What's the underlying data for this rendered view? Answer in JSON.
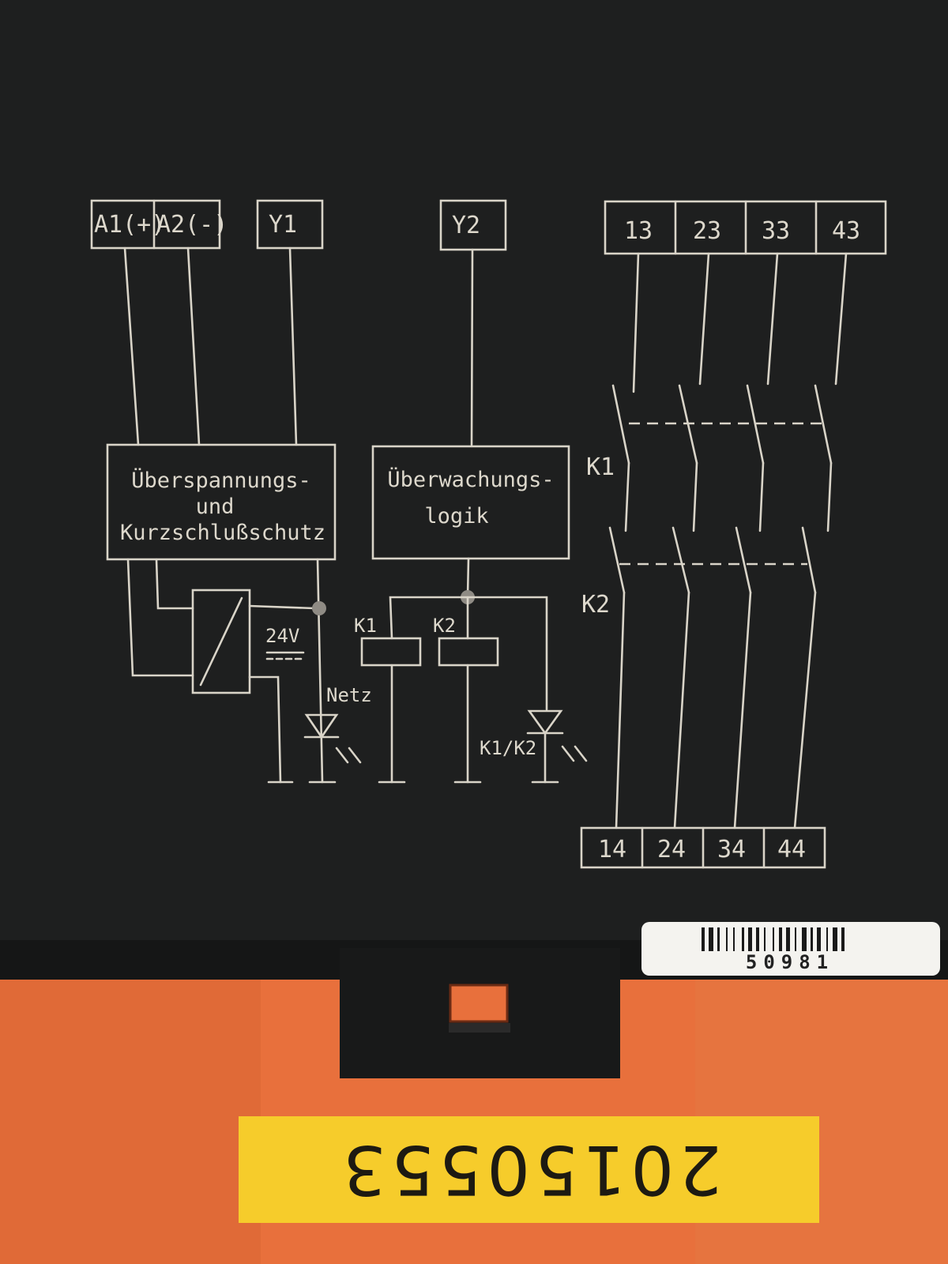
{
  "terminals": {
    "top": [
      "A1(+)",
      "A2(-)",
      "Y1",
      "Y2",
      "13",
      "23",
      "33",
      "43"
    ],
    "bottom": [
      "14",
      "24",
      "34",
      "44"
    ]
  },
  "blocks": {
    "protection": [
      "Überspannungs-",
      "und",
      "Kurzschlußschutz"
    ],
    "logic": [
      "Überwachungs-",
      "logik"
    ]
  },
  "labels": {
    "supply": "24V",
    "power_led": "Netz",
    "coil_k1": "K1",
    "coil_k2": "K2",
    "status_led": "K1/K2",
    "contact_k1": "K1",
    "contact_k2": "K2"
  },
  "barcode_label": {
    "number": "50981"
  },
  "yellow_label": {
    "number": "20150553"
  },
  "colors": {
    "housing": "#1e1f1f",
    "body": "#e8703c",
    "print": "#d9d4c8",
    "tag": "#f6cc2b"
  }
}
